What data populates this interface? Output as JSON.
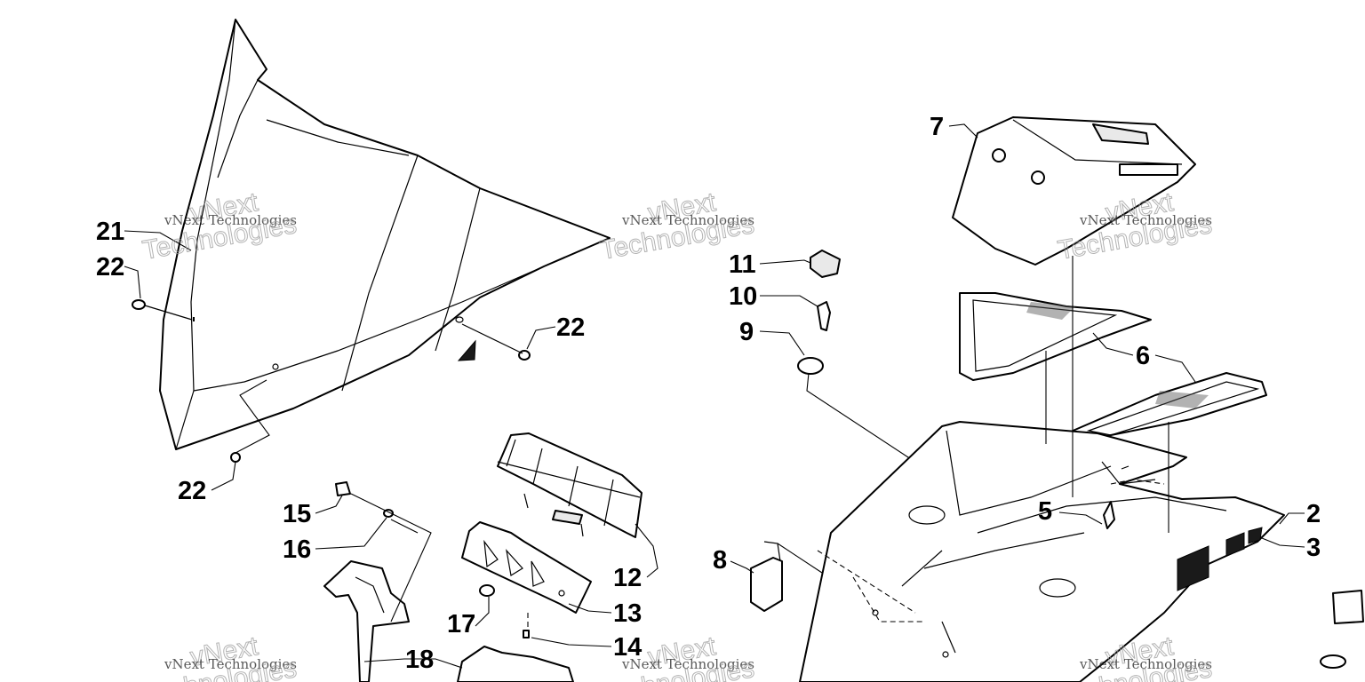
{
  "diagram": {
    "callouts": {
      "c21": "21",
      "c22a": "22",
      "c22b": "22",
      "c22c": "22",
      "c15": "15",
      "c16": "16",
      "c17": "17",
      "c18": "18",
      "c12": "12",
      "c13": "13",
      "c14": "14",
      "c11": "11",
      "c10": "10",
      "c9": "9",
      "c8": "8",
      "c7": "7",
      "c6": "6",
      "c5": "5",
      "c2": "2",
      "c3": "3"
    },
    "watermark": {
      "line1": "vNext Technologies",
      "line2": "vNext",
      "line3": "Technologies"
    }
  }
}
